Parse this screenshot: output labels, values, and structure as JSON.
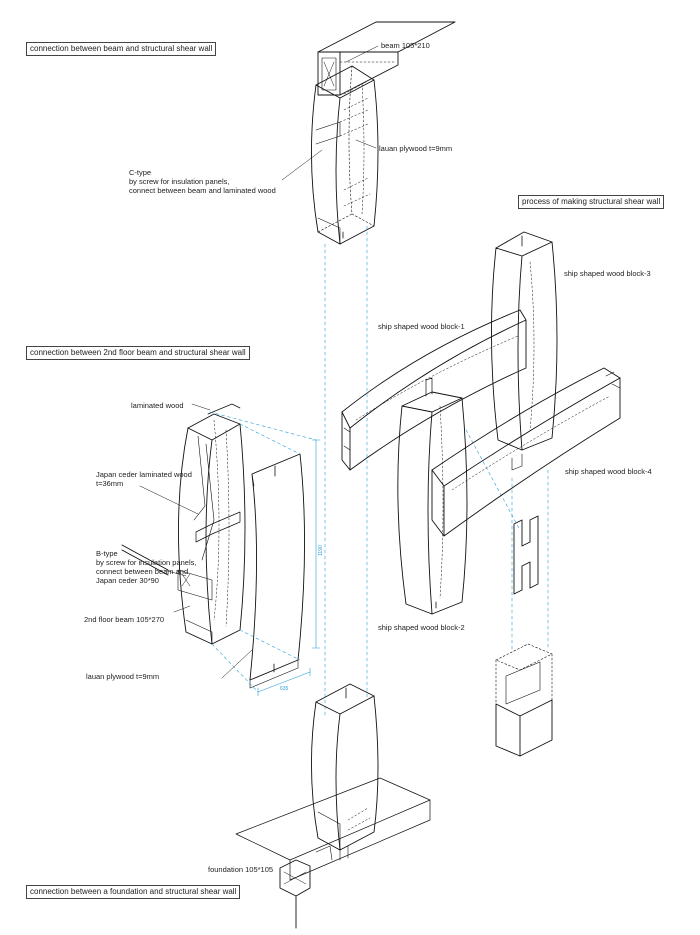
{
  "sections": {
    "beam_connection": "connection between beam and structural shear wall",
    "floor_connection": "connection between 2nd floor beam and structural shear wall",
    "foundation_connection": "connection between a foundation and structural shear wall",
    "process": "process of making structural shear wall"
  },
  "labels": {
    "beam": "beam 105*210",
    "lauan_top": "lauan plywood t=9mm",
    "ctype_1": "C-type",
    "ctype_2": "by screw for insulation panels,",
    "ctype_3": "connect between beam and laminated wood",
    "laminated_wood": "laminated wood",
    "cedar_1": "Japan ceder laminated wood",
    "cedar_2": "t=36mm",
    "btype_1": "B-type",
    "btype_2": "by screw for insulation panels,",
    "btype_3": "connect between beam and",
    "btype_4": "Japan ceder 30*90",
    "floor_beam": "2nd floor beam 105*270",
    "lauan_bottom": "lauan plywood t=9mm",
    "block1": "ship shaped wood block-1",
    "block2": "ship shaped wood block-2",
    "block3": "ship shaped wood block-3",
    "block4": "ship shaped wood block-4",
    "foundation": "foundation 105*105",
    "dim_height": "1190",
    "dim_width": "635"
  }
}
